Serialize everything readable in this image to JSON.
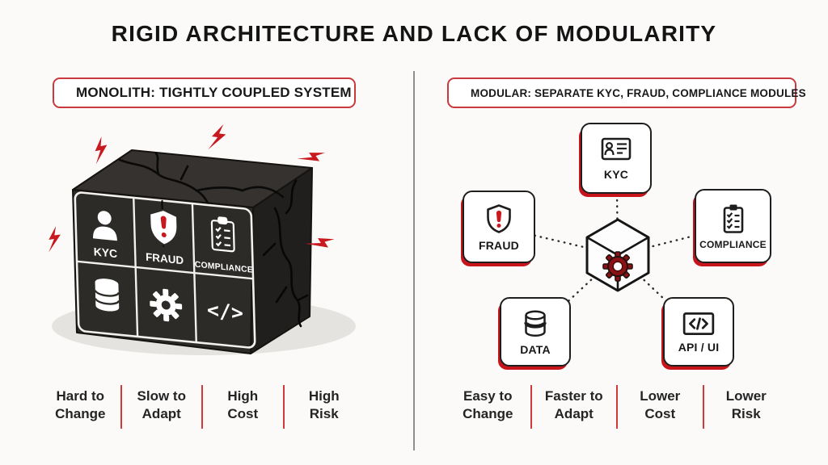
{
  "title": "RIGID ARCHITECTURE AND LACK OF MODULARITY",
  "colors": {
    "accent_red": "#c8141b",
    "badge_border_red": "#c9393e",
    "ink": "#1d1d1d",
    "cube_dark": "#2d2b28",
    "background": "#fbfaf9"
  },
  "left": {
    "header": {
      "icon": "x-circle-icon",
      "label": "MONOLITH: TIGHTLY COUPLED SYSTEM"
    },
    "cube_cells": [
      {
        "icon": "user-icon",
        "label": "KYC"
      },
      {
        "icon": "shield-alert-icon",
        "label": "FRAUD"
      },
      {
        "icon": "clipboard-checklist-icon",
        "label": "COMPLIANCE"
      },
      {
        "icon": "database-icon",
        "label": ""
      },
      {
        "icon": "gear-icon",
        "label": ""
      },
      {
        "icon": "code-icon",
        "label": "</>"
      }
    ],
    "footer": [
      {
        "line1": "Hard to",
        "line2": "Change"
      },
      {
        "line1": "Slow to",
        "line2": "Adapt"
      },
      {
        "line1": "High",
        "line2": "Cost"
      },
      {
        "line1": "High",
        "line2": "Risk"
      }
    ]
  },
  "right": {
    "header": {
      "icon": "check-circle-icon",
      "label": "MODULAR: SEPARATE KYC, FRAUD, COMPLIANCE MODULES"
    },
    "modules": [
      {
        "icon": "id-card-icon",
        "label": "KYC"
      },
      {
        "icon": "shield-alert-icon",
        "label": "FRAUD"
      },
      {
        "icon": "clipboard-checklist-icon",
        "label": "COMPLIANCE"
      },
      {
        "icon": "database-icon",
        "label": "DATA"
      },
      {
        "icon": "code-icon",
        "label": "API / UI"
      }
    ],
    "footer": [
      {
        "line1": "Easy to",
        "line2": "Change"
      },
      {
        "line1": "Faster to",
        "line2": "Adapt"
      },
      {
        "line1": "Lower",
        "line2": "Cost"
      },
      {
        "line1": "Lower",
        "line2": "Risk"
      }
    ]
  }
}
